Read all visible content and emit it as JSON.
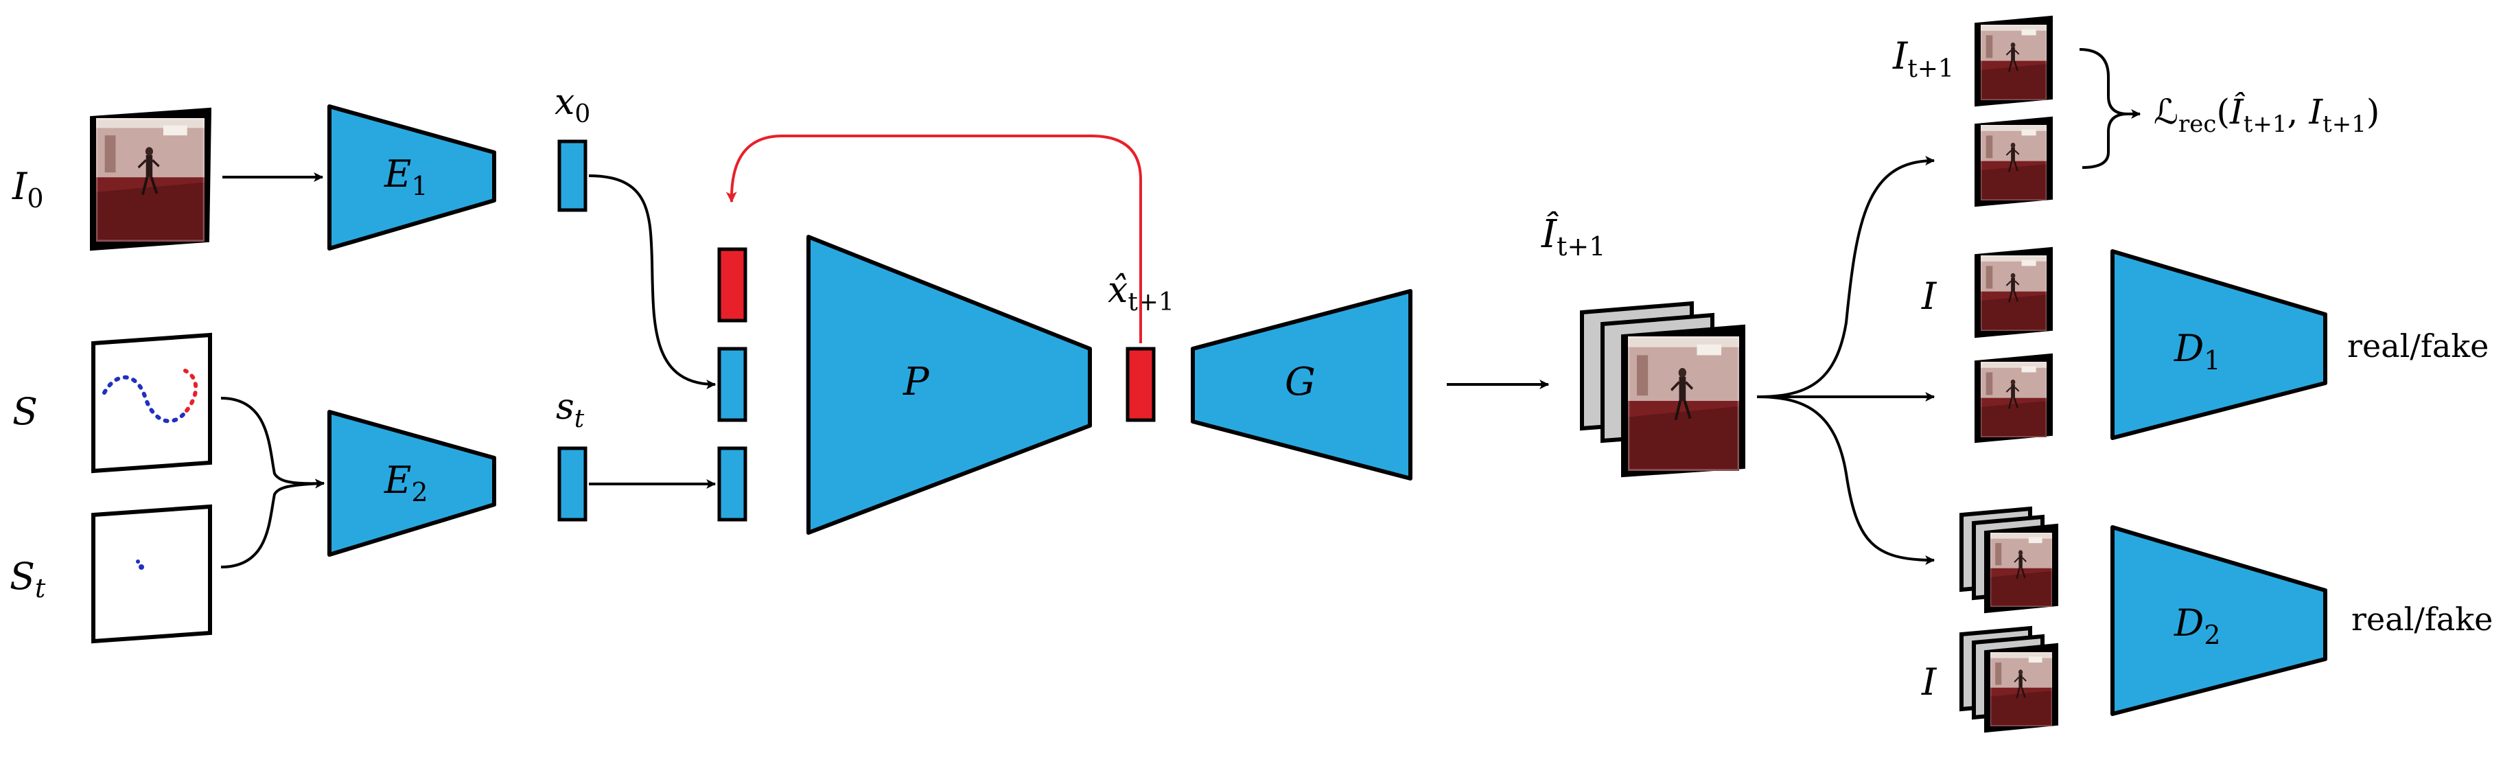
{
  "colors": {
    "network_block": "#29a8e0",
    "latent_code": "#29a8e0",
    "predicted_code": "#e8202a",
    "feedback_arrow": "#e8202a",
    "frame_stack": "#c9c9c9"
  },
  "inputs": {
    "image_label": "I",
    "image_sub": "0",
    "trajectory_label": "S",
    "point_label": "S",
    "point_sub": "t"
  },
  "encoders": {
    "e1_label": "E",
    "e1_sub": "1",
    "e2_label": "E",
    "e2_sub": "2"
  },
  "latents": {
    "x0_label": "x",
    "x0_sub": "0",
    "st_label": "s",
    "st_sub": "t",
    "xhat_label": "x̂",
    "xhat_sub": "t+1"
  },
  "predictor": {
    "label": "P"
  },
  "generator": {
    "label": "G"
  },
  "output": {
    "label": "Î",
    "sub": "t+1"
  },
  "reconstruction": {
    "target_label": "I",
    "target_sub": "t+1",
    "loss_symbol": "ℒ",
    "loss_sub": "rec",
    "loss_open": "(",
    "loss_arg1": "Î",
    "loss_arg1_sub": "t+1",
    "loss_comma": ", ",
    "loss_arg2": "I",
    "loss_arg2_sub": "t+1",
    "loss_close": ")"
  },
  "discriminators": {
    "d1_real_label": "I",
    "d1_label": "D",
    "d1_sub": "1",
    "d1_output": "real/fake",
    "d2_real_label": "I",
    "d2_label": "D",
    "d2_sub": "2",
    "d2_output": "real/fake"
  }
}
